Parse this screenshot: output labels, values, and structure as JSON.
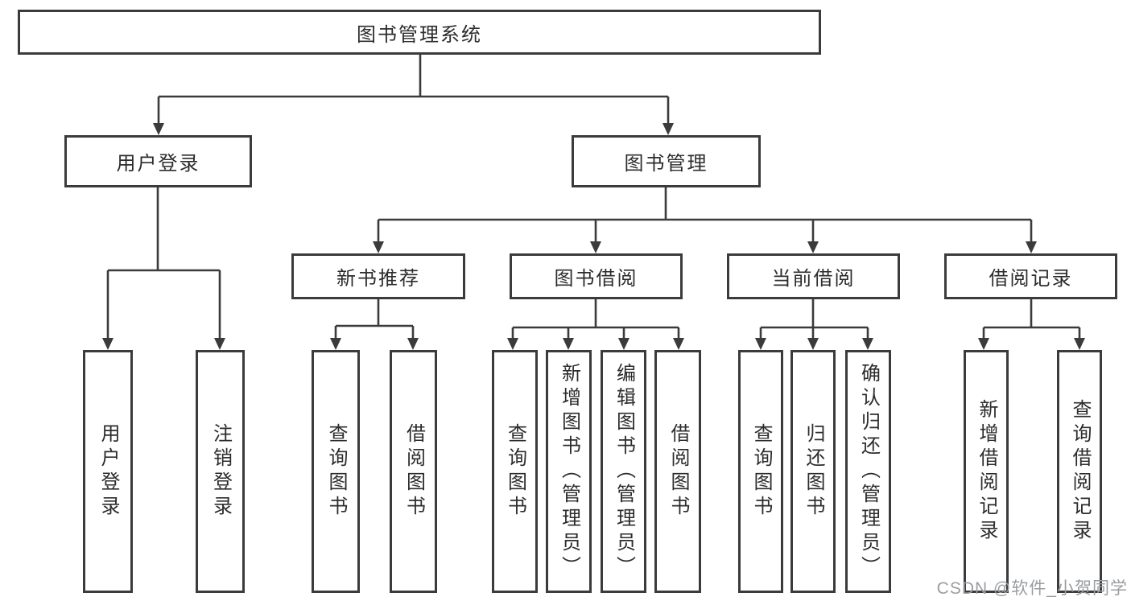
{
  "diagram_type": "hierarchy-flowchart",
  "tree": {
    "label": "图书管理系统",
    "children": [
      {
        "label": "用户登录",
        "children": [
          {
            "label": "用户登录"
          },
          {
            "label": "注销登录"
          }
        ]
      },
      {
        "label": "图书管理",
        "children": [
          {
            "label": "新书推荐",
            "children": [
              {
                "label": "查询图书"
              },
              {
                "label": "借阅图书"
              }
            ]
          },
          {
            "label": "图书借阅",
            "children": [
              {
                "label": "查询图书"
              },
              {
                "label": "新增图书（管理员）"
              },
              {
                "label": "编辑图书（管理员）"
              },
              {
                "label": "借阅图书"
              }
            ]
          },
          {
            "label": "当前借阅",
            "children": [
              {
                "label": "查询图书"
              },
              {
                "label": "归还图书"
              },
              {
                "label": "确认归还（管理员）"
              }
            ]
          },
          {
            "label": "借阅记录",
            "children": [
              {
                "label": "新增借阅记录"
              },
              {
                "label": "查询借阅记录"
              }
            ]
          }
        ]
      }
    ]
  },
  "watermark": "CSDN @软件_小贺同学",
  "colors": {
    "line": "#3b3b3b",
    "box_border": "#3b3b3b",
    "text": "#2c2c2c",
    "watermark": "#9a9da1",
    "background": "#ffffff"
  }
}
